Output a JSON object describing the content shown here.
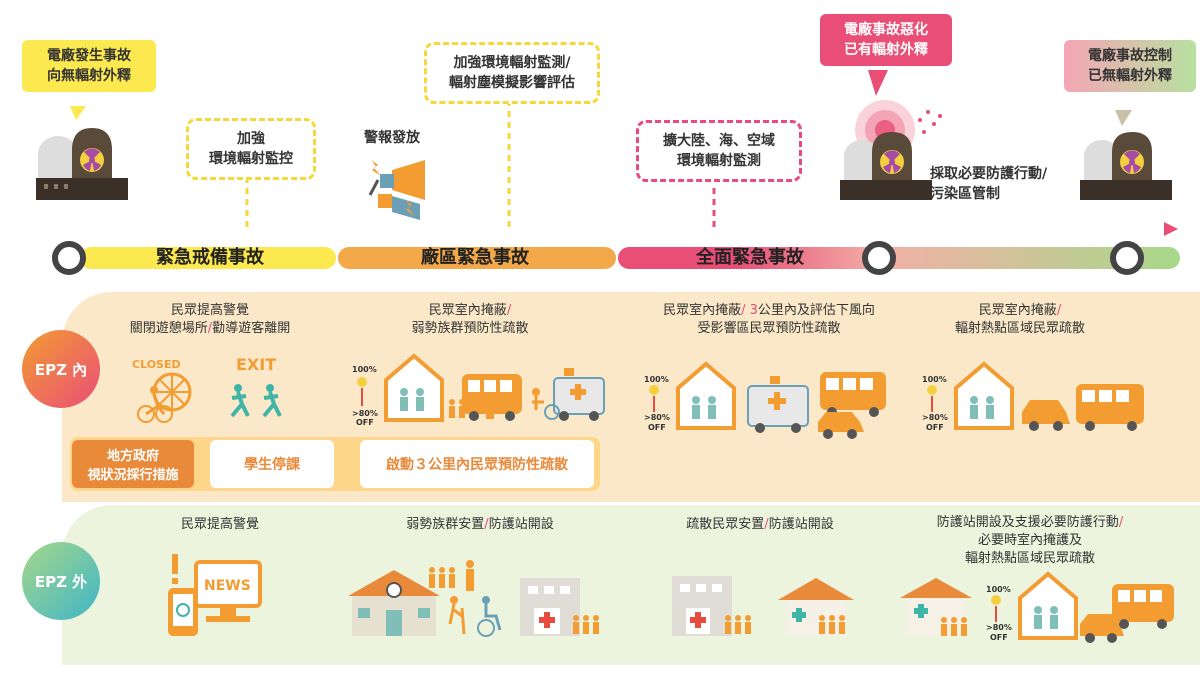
{
  "colors": {
    "yellow": "#fce94f",
    "orange": "#f39c32",
    "pink": "#e94e77",
    "green": "#a7d88a",
    "dark": "#444444",
    "epz_in_bg": "#fbe8c8",
    "epz_out_bg": "#ecf4dd"
  },
  "callouts": {
    "c1": [
      "電廠發生事故",
      "向無輻射外釋"
    ],
    "c2": [
      "加強",
      "環境輻射監控"
    ],
    "c3": "警報發放",
    "c4": [
      "加強環境輻射監測/",
      "輻射塵模擬影響評估"
    ],
    "c5": [
      "擴大陸、海、空域",
      "環境輻射監測"
    ],
    "c6": [
      "電廠事故惡化",
      "已有輻射外釋"
    ],
    "c7": [
      "採取必要防護行動/",
      "污染區管制"
    ],
    "c8": [
      "電廠事故控制",
      "已無輻射外釋"
    ]
  },
  "phases": [
    "緊急戒備事故",
    "廠區緊急事故",
    "全面緊急事故"
  ],
  "epz_in": {
    "badge": "EPZ 內",
    "col1": [
      "民眾提高警覺",
      "關閉遊憩場所",
      "勸導遊客離開"
    ],
    "col2": [
      "民眾室內掩蔽",
      "弱勢族群預防性疏散"
    ],
    "col3": [
      "民眾室內掩蔽",
      "3",
      "公里內及評估下風向",
      "受影響區民眾預防性疏散"
    ],
    "col4": [
      "民眾室內掩蔽",
      "輻射熱點區域民眾疏散"
    ],
    "closed": "CLOSED",
    "exit": "EXIT",
    "pct100": "100%",
    "pct80": ">80%",
    "off": "OFF",
    "ribbon": {
      "gov": [
        "地方政府",
        "視狀況採行措施"
      ],
      "school": "學生停課",
      "evac": "啟動３公里內民眾預防性疏散"
    }
  },
  "epz_out": {
    "badge": "EPZ 外",
    "col1": "民眾提高警覺",
    "col2": [
      "弱勢族群安置",
      "防護站開設"
    ],
    "col3": [
      "疏散民眾安置",
      "防護站開設"
    ],
    "col4": [
      "防護站開設及支援必要防護行動",
      "必要時室內掩護及",
      "輻射熱點區域民眾疏散"
    ],
    "news": "NEWS"
  }
}
